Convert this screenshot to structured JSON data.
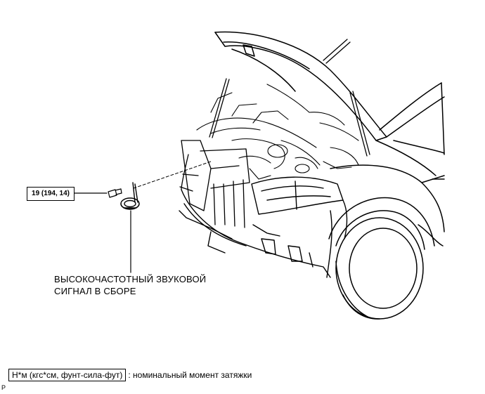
{
  "callouts": {
    "torque": "19 (194, 14)",
    "part_line1": "ВЫСОКОЧАСТОТНЫЙ ЗВУКОВОЙ",
    "part_line2": "СИГНАЛ В СБОРЕ"
  },
  "legend": {
    "unit_box": "Н*м (кгс*см, фунт-сила-фут)",
    "text": ": номинальный момент затяжки"
  },
  "illustration_code": "P",
  "illustration": {
    "subject": "vehicle front with open hood, horn assembly and bolt",
    "line_color": "#000000",
    "background": "#ffffff"
  }
}
